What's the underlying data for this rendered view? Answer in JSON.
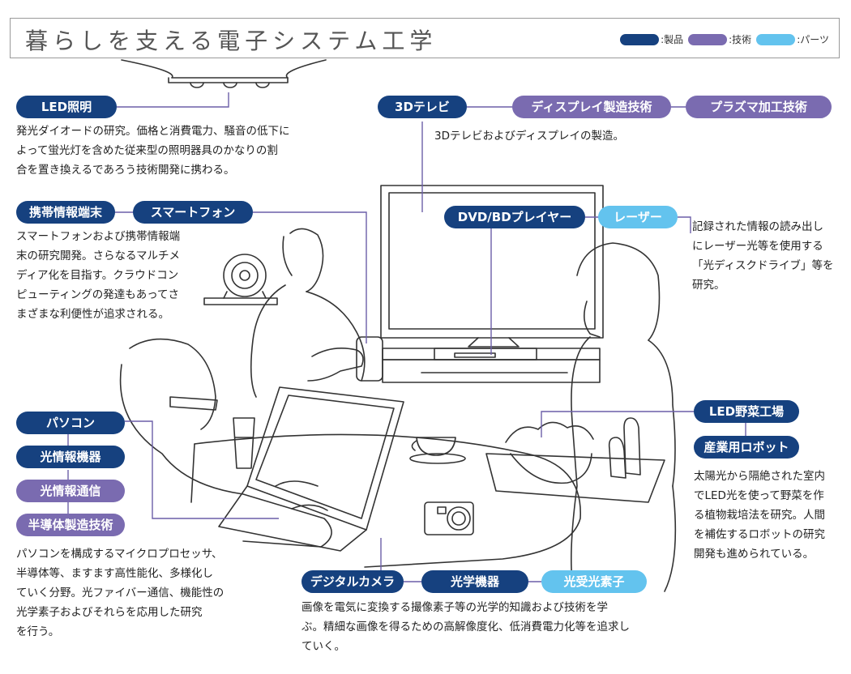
{
  "title": "暮らしを支える電子システム工学",
  "legend": [
    {
      "label": ":製品",
      "color": "#16417f"
    },
    {
      "label": ":技術",
      "color": "#7a6bb0"
    },
    {
      "label": ":パーツ",
      "color": "#63c3ee"
    }
  ],
  "tags": {
    "led_light": "LED照明",
    "tv3d": "3Dテレビ",
    "display_tech": "ディスプレイ製造技術",
    "plasma_tech": "プラズマ加工技術",
    "mobile": "携帯情報端末",
    "smartphone": "スマートフォン",
    "dvd_player": "DVD/BDプレイヤー",
    "laser": "レーザー",
    "pc": "パソコン",
    "optical_device": "光情報機器",
    "optical_comm": "光情報通信",
    "semiconductor": "半導体製造技術",
    "led_farm": "LED野菜工場",
    "robot": "産業用ロボット",
    "camera": "デジタルカメラ",
    "optics": "光学機器",
    "photodetector": "光受光素子"
  },
  "descriptions": {
    "led": [
      "発光ダイオードの研究。価格と消費電力、騒音の低下に",
      "よって蛍光灯を含めた従来型の照明器具のかなりの割",
      "合を置き換えるであろう技術開発に携わる。"
    ],
    "tv": [
      "3Dテレビおよびディスプレイの製造。"
    ],
    "mobile": [
      "スマートフォンおよび携帯情報端",
      "末の研究開発。さらなるマルチメ",
      "ディア化を目指す。クラウドコン",
      "ピューティングの発達もあってさ",
      "まざまな利便性が追求される。"
    ],
    "laser": [
      "記録された情報の読み出し",
      "にレーザー光等を使用する",
      "「光ディスクドライブ」等を",
      "研究。"
    ],
    "pc": [
      "パソコンを構成するマイクロプロセッサ、",
      "半導体等、ますます高性能化、多様化し",
      "ていく分野。光ファイバー通信、機能性の",
      "光学素子およびそれらを応用した研究",
      "を行う。"
    ],
    "farm": [
      "太陽光から隔絶された室内",
      "でLED光を使って野菜を作",
      "る植物栽培法を研究。人間",
      "を補佐するロボットの研究",
      "開発も進められている。"
    ],
    "camera": [
      "画像を電気に変換する撮像素子等の光学的知識および技術を学",
      "ぶ。精細な画像を得るための高解像度化、低消費電力化等を追求し",
      "ていく。"
    ]
  }
}
